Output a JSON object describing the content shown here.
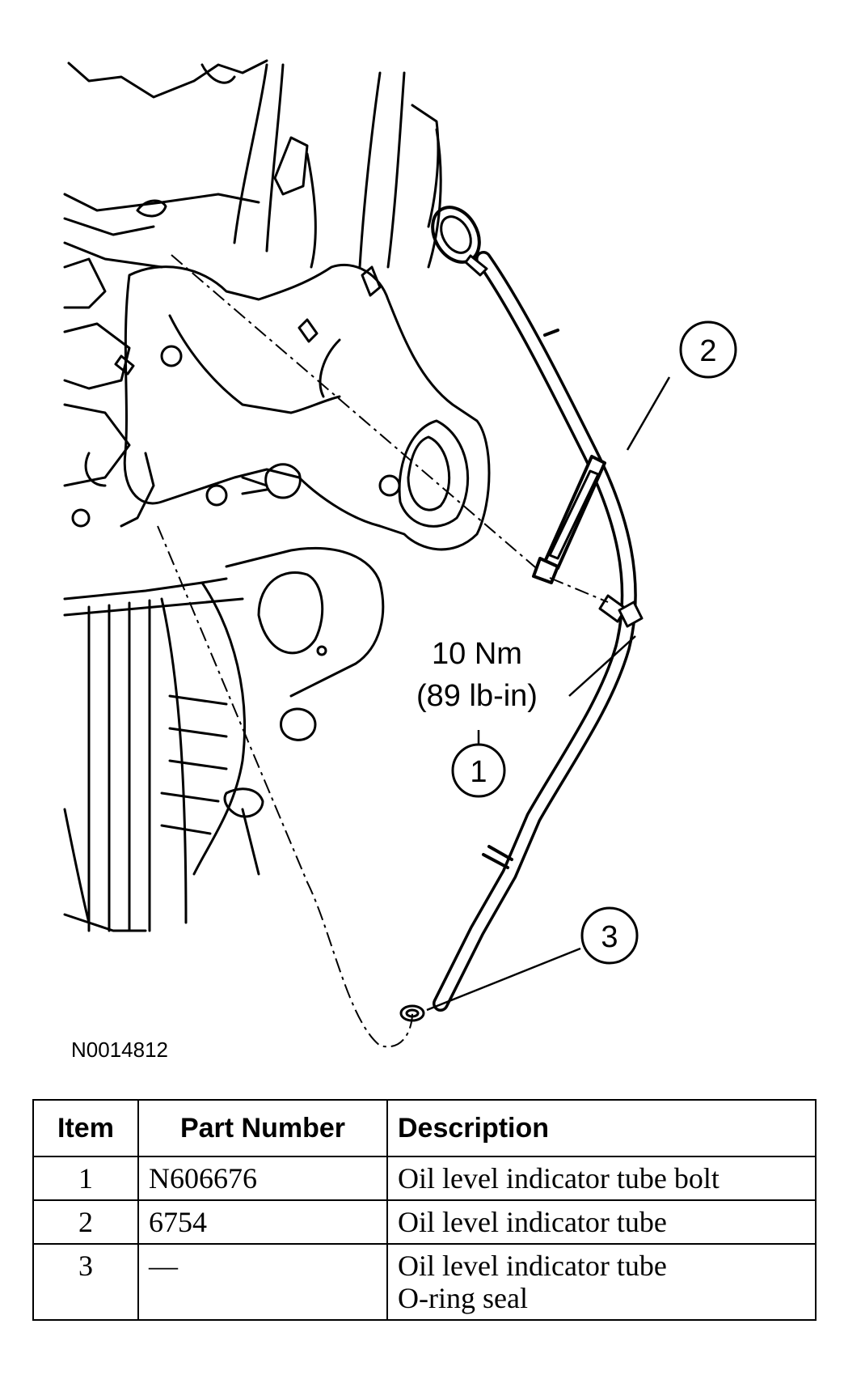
{
  "callouts": [
    {
      "number": "1"
    },
    {
      "number": "2"
    },
    {
      "number": "3"
    }
  ],
  "torque": {
    "metric": "10 Nm",
    "imperial": "(89 lb-in)"
  },
  "figure_id": "N0014812",
  "parts_table": {
    "headers": {
      "item": "Item",
      "part_number": "Part Number",
      "description": "Description"
    },
    "rows": [
      {
        "item": "1",
        "part_number": "N606676",
        "description": [
          "Oil level indicator tube bolt"
        ]
      },
      {
        "item": "2",
        "part_number": "6754",
        "description": [
          "Oil level indicator tube"
        ]
      },
      {
        "item": "3",
        "part_number": "—",
        "description": [
          "Oil level indicator tube",
          "O-ring seal"
        ]
      }
    ]
  }
}
